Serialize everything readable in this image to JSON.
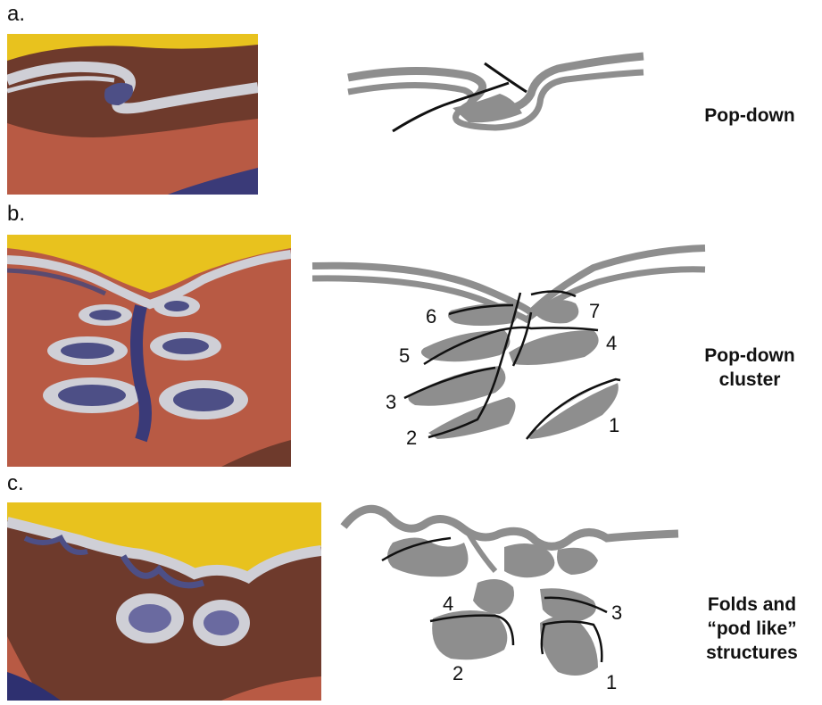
{
  "panels": [
    {
      "letter": "a.",
      "caption_lines": [
        "Pop-down"
      ],
      "numbers": []
    },
    {
      "letter": "b.",
      "caption_lines": [
        "Pop-down",
        "cluster"
      ],
      "numbers": [
        "6",
        "7",
        "5",
        "4",
        "3",
        "1",
        "2"
      ]
    },
    {
      "letter": "c.",
      "caption_lines": [
        "Folds and",
        "“pod like”",
        "structures"
      ],
      "numbers": [
        "4",
        "3",
        "2",
        "1"
      ]
    }
  ],
  "colors": {
    "fold_gray": "#8e8e8e",
    "fault_black": "#111111",
    "sand_yellow": "#e8c21e",
    "clay_brown": "#6e3a2c",
    "clay_red": "#b85a44",
    "sand_white": "#cfcfd6",
    "sand_blue": "#4d4f86"
  }
}
